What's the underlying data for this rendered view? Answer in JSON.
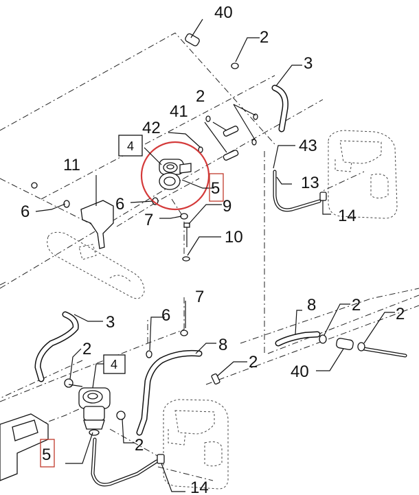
{
  "callouts": {
    "c40_top": "40",
    "c2_top": "2",
    "c3_top": "3",
    "c2_mid": "2",
    "c41": "41",
    "c42": "42",
    "c43": "43",
    "c4_top": "4",
    "c11": "11",
    "c13": "13",
    "c5_top": "5",
    "c6_left": "6",
    "c6_mid": "6",
    "c9": "9",
    "c14_top": "14",
    "c7_mid": "7",
    "c10": "10",
    "c7_low": "7",
    "c8_right": "8",
    "c2_right1": "2",
    "c2_right2": "2",
    "c3_low": "3",
    "c6_low": "6",
    "c8_low": "8",
    "c2_low1": "2",
    "c4_low": "4",
    "c2_low2": "2",
    "c40_low": "40",
    "c5_low": "5",
    "c2_low3": "2",
    "c14_low": "14"
  }
}
